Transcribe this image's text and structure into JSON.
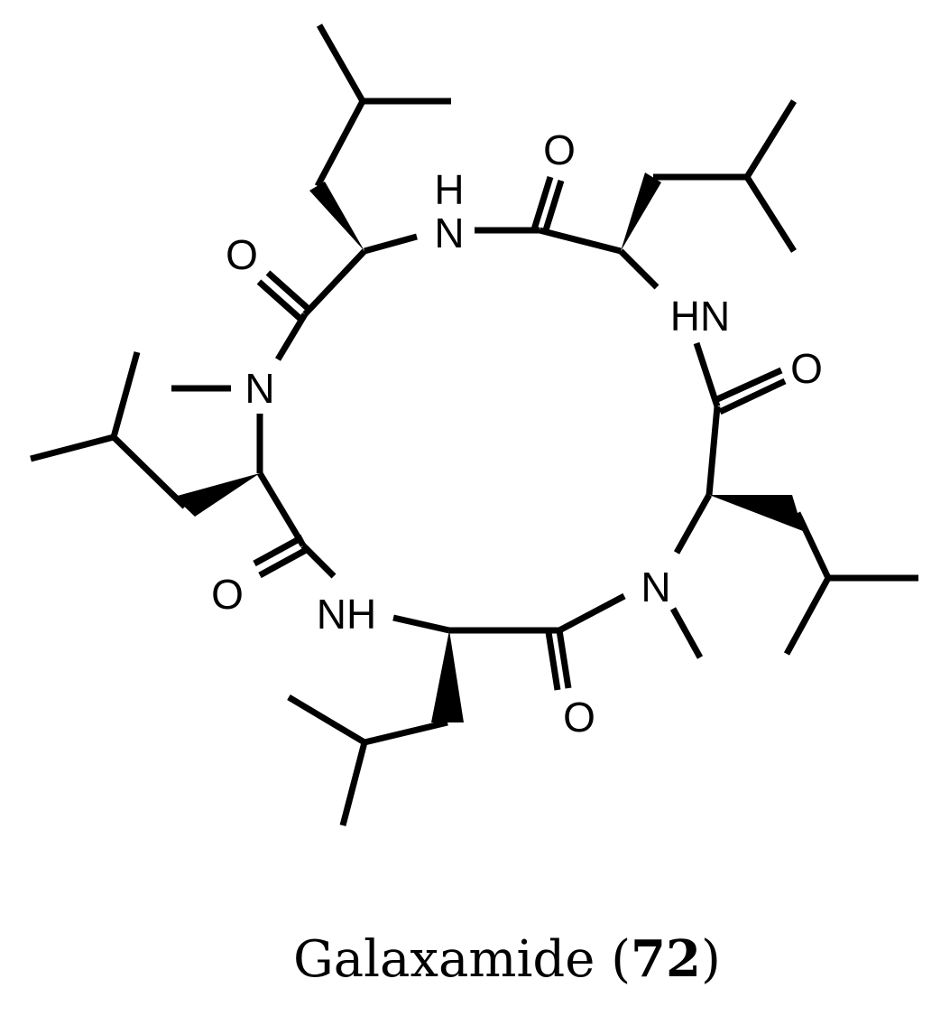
{
  "compound": {
    "name": "Galaxamide",
    "number": "72"
  },
  "atom_labels": {
    "o_top": "O",
    "h_top": "H",
    "n_top": "N",
    "o_upper_left": "O",
    "hn_right": "HN",
    "o_right": "O",
    "n_left": "N",
    "o_lower_left": "O",
    "nh_bottom": "NH",
    "n_lower_right": "N",
    "o_bottom": "O"
  }
}
